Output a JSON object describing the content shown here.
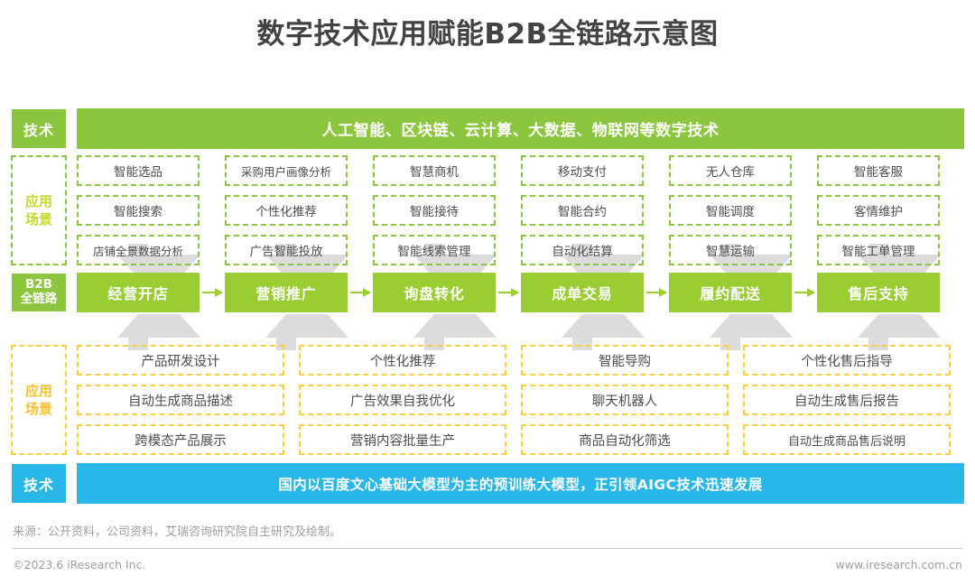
{
  "title": "数字技术应用赋能B2B全链路示意图",
  "colors": {
    "green": "#8CC63E",
    "chain_green": "#9ACD32",
    "yellow": "#FBCF3B",
    "blue": "#29B6E8",
    "grey_arrow": "#DCDCDC",
    "text_dark": "#4d4d4d"
  },
  "tech_top": {
    "label": "技术",
    "text": "人工智能、区块链、云计算、大数据、物联网等数字技术"
  },
  "scenarios_top": {
    "label_line1": "应用",
    "label_line2": "场景",
    "columns": [
      {
        "items": [
          "智能选品",
          "智能搜索",
          "店铺全景数据分析"
        ]
      },
      {
        "items": [
          "采购用户画像分析",
          "个性化推荐",
          "广告智能投放"
        ]
      },
      {
        "items": [
          "智慧商机",
          "智能接待",
          "智能线索管理"
        ]
      },
      {
        "items": [
          "移动支付",
          "智能合约",
          "自动化结算"
        ]
      },
      {
        "items": [
          "无人仓库",
          "智能调度",
          "智慧运输"
        ]
      },
      {
        "items": [
          "智能客服",
          "客情维护",
          "智能工单管理"
        ]
      }
    ]
  },
  "chain": {
    "label_line1": "B2B",
    "label_line2": "全链路",
    "stages": [
      "经营开店",
      "营销推广",
      "询盘转化",
      "成单交易",
      "履约配送",
      "售后支持"
    ]
  },
  "scenarios_bottom": {
    "label_line1": "应用",
    "label_line2": "场景",
    "columns": [
      {
        "items": [
          "产品研发设计",
          "自动生成商品描述",
          "跨模态产品展示"
        ]
      },
      {
        "items": [
          "个性化推荐",
          "广告效果自我优化",
          "营销内容批量生产"
        ]
      },
      {
        "items": [
          "智能导购",
          "聊天机器人",
          "商品自动化筛选"
        ]
      },
      {
        "items": [
          "个性化售后指导",
          "自动生成售后报告",
          "自动生成商品售后说明"
        ]
      }
    ]
  },
  "tech_bottom": {
    "label": "技术",
    "text": "国内以百度文心基础大模型为主的预训练大模型，正引领AIGC技术迅速发展"
  },
  "footer": {
    "source": "来源：公开资料，公司资料，艾瑞咨询研究院自主研究及绘制。",
    "copyright": "©2023.6 iResearch Inc.",
    "url": "www.iresearch.com.cn"
  }
}
